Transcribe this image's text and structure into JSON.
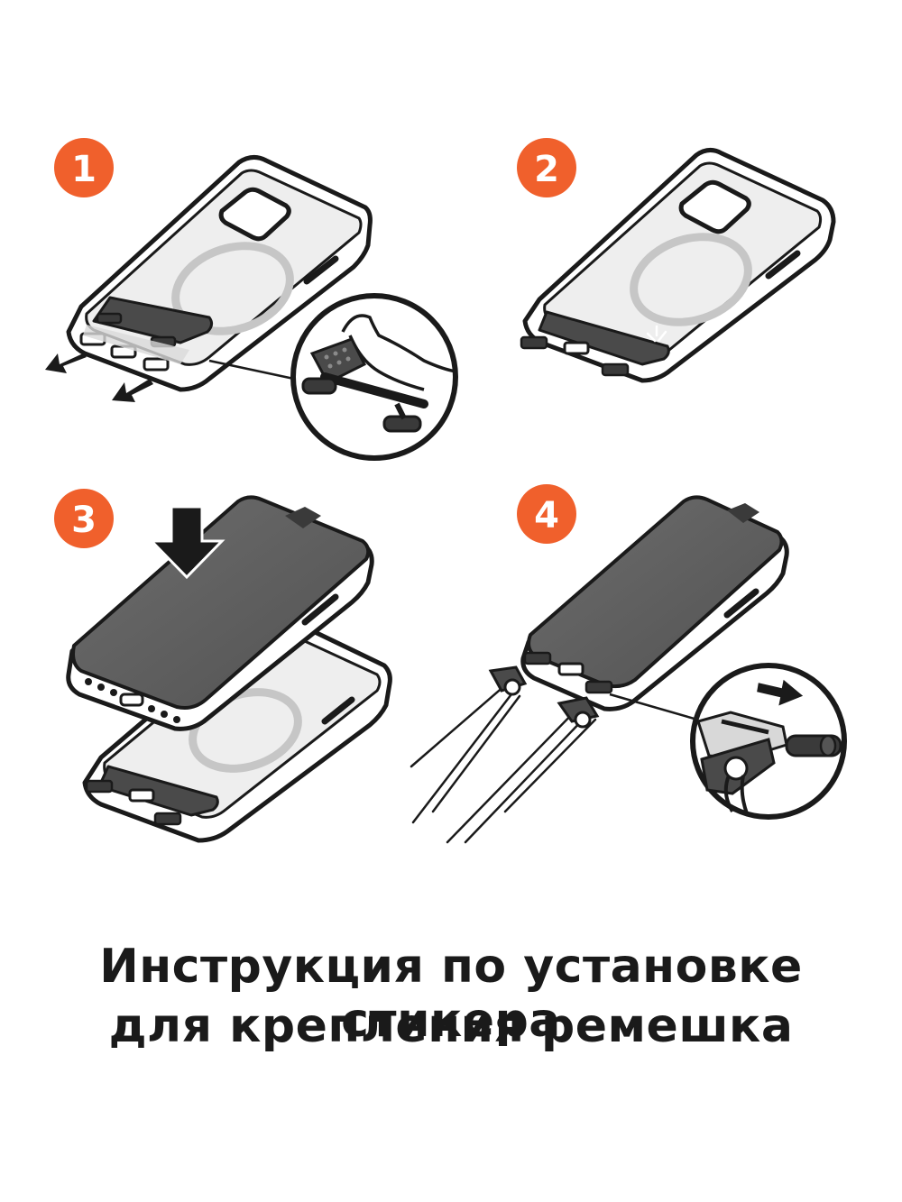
{
  "accent_color": "#f0602c",
  "steps": [
    {
      "number": "1"
    },
    {
      "number": "2"
    },
    {
      "number": "3"
    },
    {
      "number": "4"
    }
  ],
  "caption": {
    "line1": "Инструкция по установке стикера",
    "line2": "для крепления ремешка"
  },
  "icons": [
    "arrow-left-down-icon",
    "arrow-down-icon",
    "arrow-right-icon"
  ]
}
